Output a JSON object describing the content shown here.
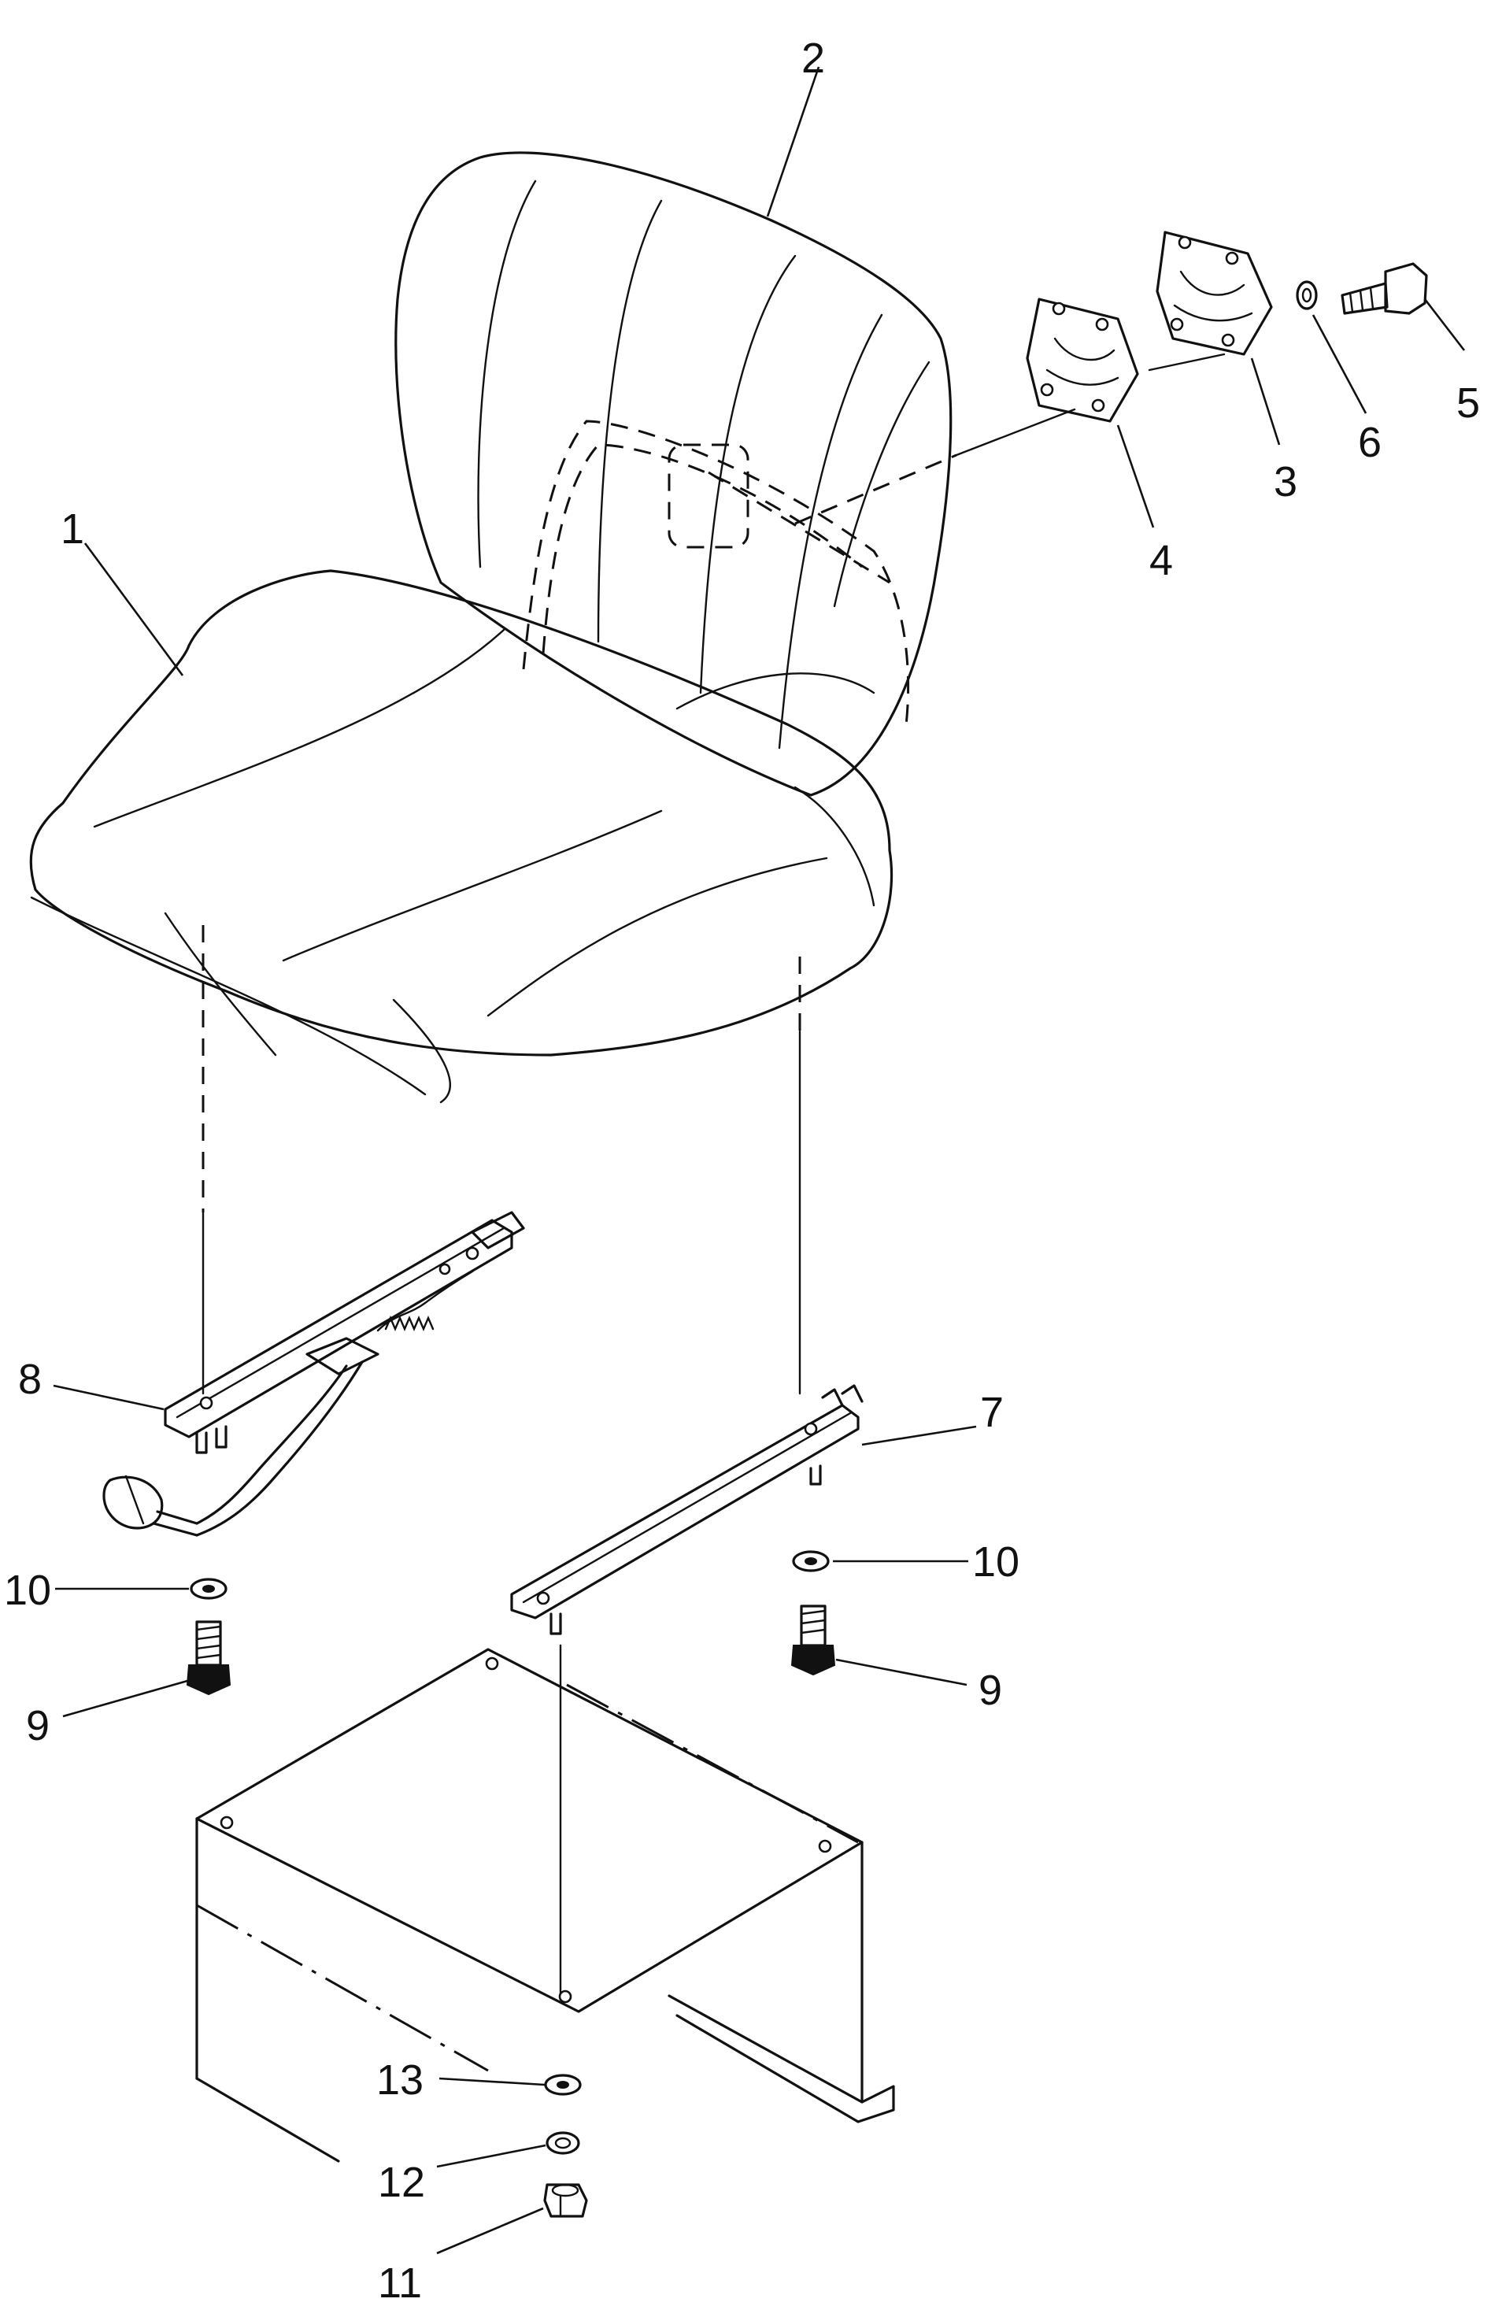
{
  "callouts": [
    {
      "id": "c1",
      "label": "1"
    },
    {
      "id": "c2",
      "label": "2"
    },
    {
      "id": "c3",
      "label": "3"
    },
    {
      "id": "c4",
      "label": "4"
    },
    {
      "id": "c5",
      "label": "5"
    },
    {
      "id": "c6",
      "label": "6"
    },
    {
      "id": "c7",
      "label": "7"
    },
    {
      "id": "c8",
      "label": "8"
    },
    {
      "id": "c9a",
      "label": "9"
    },
    {
      "id": "c9b",
      "label": "9"
    },
    {
      "id": "c10a",
      "label": "10"
    },
    {
      "id": "c10b",
      "label": "10"
    },
    {
      "id": "c11",
      "label": "11"
    },
    {
      "id": "c12",
      "label": "12"
    },
    {
      "id": "c13",
      "label": "13"
    }
  ]
}
